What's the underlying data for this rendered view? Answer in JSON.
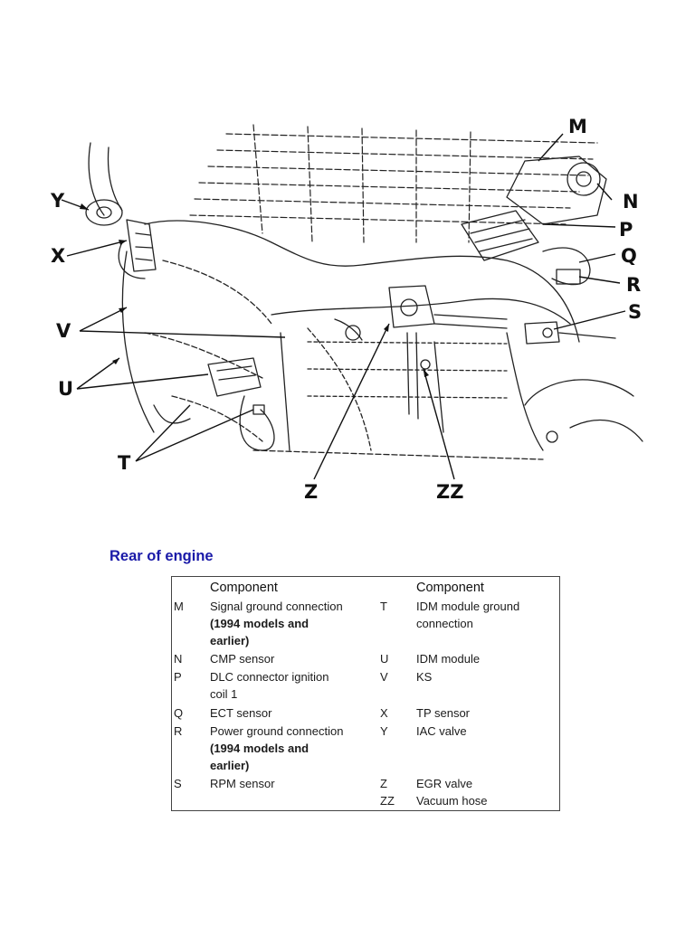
{
  "diagram": {
    "callouts": {
      "M": "M",
      "N": "N",
      "P": "P",
      "Q": "Q",
      "R": "R",
      "S": "S",
      "Y": "Y",
      "X": "X",
      "V": "V",
      "U": "U",
      "T": "T",
      "Z": "Z",
      "ZZ": "ZZ"
    }
  },
  "section_title": "Rear of engine",
  "legend": {
    "header_left": "Component",
    "header_right": "Component",
    "rows": [
      {
        "code": "M",
        "lines": [
          "Signal ground connection",
          "(1994 models and",
          "earlier)"
        ],
        "code2": "T",
        "lines2": [
          "IDM module ground",
          "connection"
        ]
      },
      {
        "code": "N",
        "lines": [
          "CMP sensor"
        ],
        "code2": "U",
        "lines2": [
          "IDM module"
        ]
      },
      {
        "code": "P",
        "lines": [
          "DLC connector ignition",
          "coil 1"
        ],
        "code2": "V",
        "lines2": [
          "KS"
        ]
      },
      {
        "code": "Q",
        "lines": [
          "ECT sensor"
        ],
        "code2": "X",
        "lines2": [
          "TP sensor"
        ]
      },
      {
        "code": "R",
        "lines": [
          "Power ground connection",
          "(1994 models and",
          "earlier)"
        ],
        "code2": "Y",
        "lines2": [
          "IAC valve"
        ]
      },
      {
        "code": "S",
        "lines": [
          "RPM sensor"
        ],
        "code2": "Z",
        "lines2": [
          "EGR valve"
        ]
      },
      {
        "code": "",
        "lines": [],
        "code2": "ZZ",
        "lines2": [
          "Vacuum hose"
        ]
      }
    ]
  }
}
